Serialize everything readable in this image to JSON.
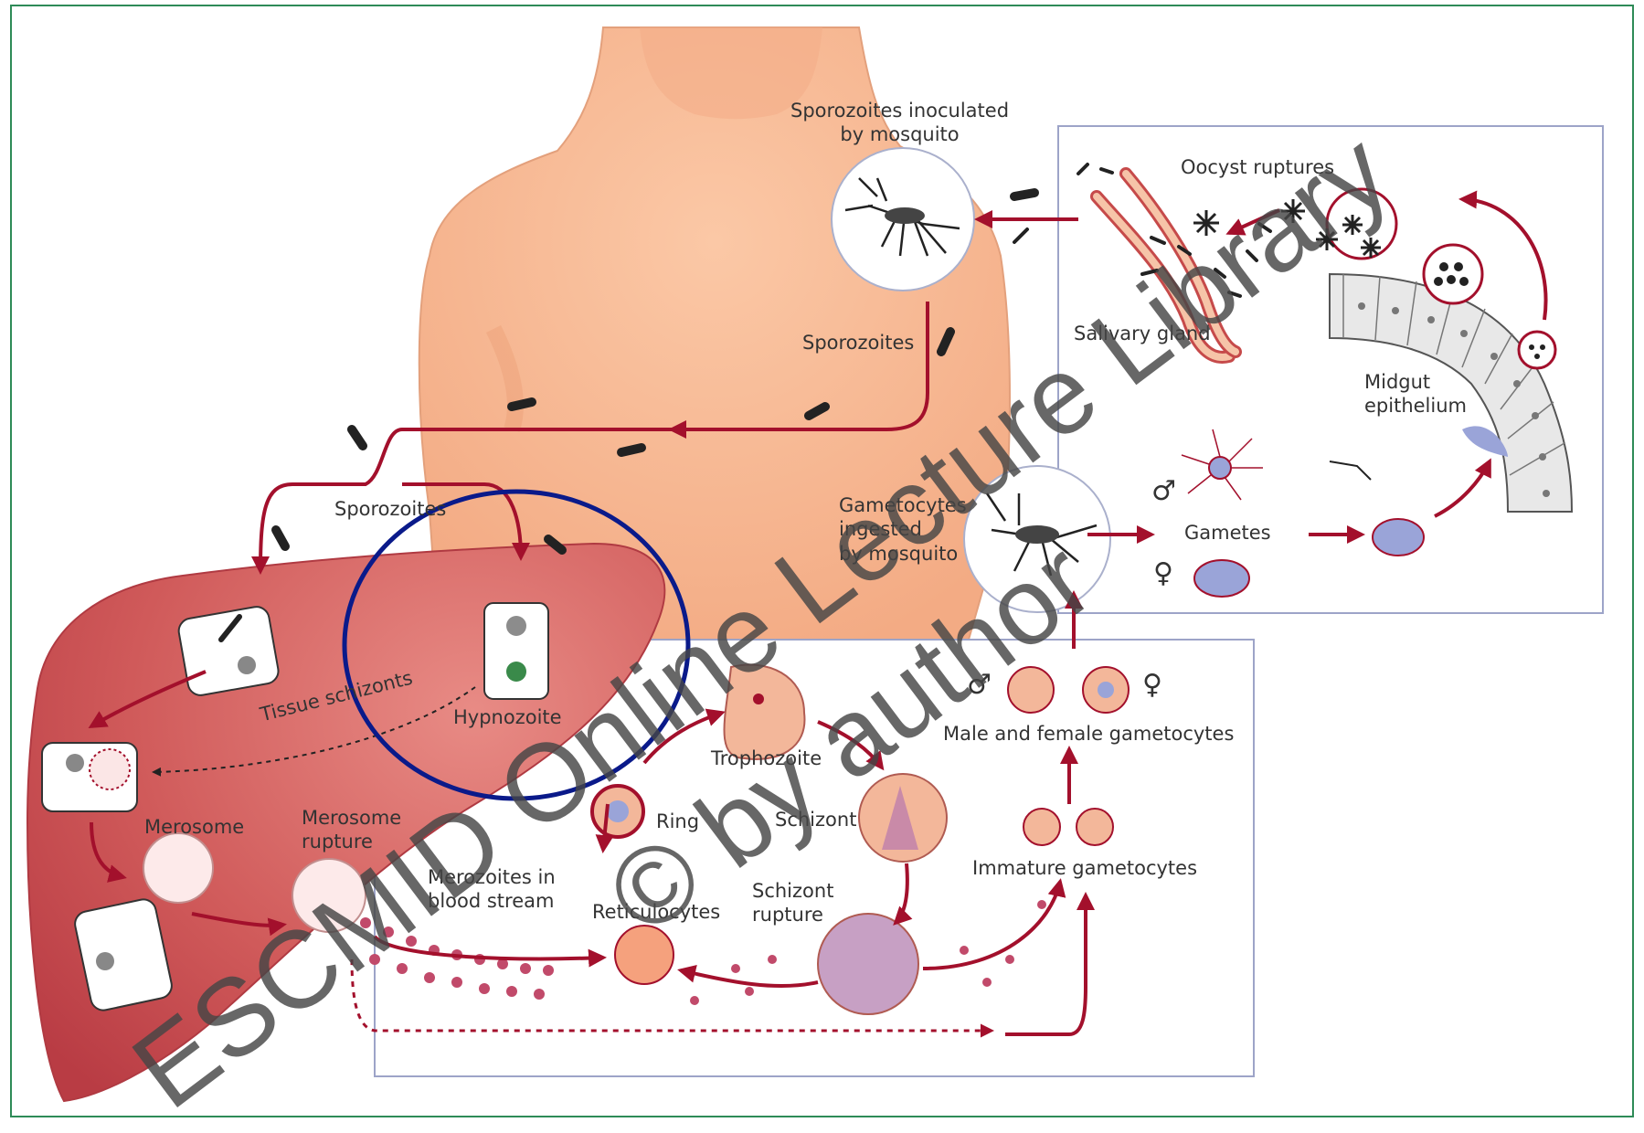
{
  "labels": {
    "sporozoites_inoculated": "Sporozoites inoculated\nby mosquito",
    "oocyst_ruptures": "Oocyst ruptures",
    "salivary_gland": "Salivary gland",
    "sporozoites_top": "Sporozoites",
    "midgut_epithelium": "Midgut\nepithelium",
    "gametocytes_ingested": "Gametocytes\ningested\nby mosquito",
    "gametes": "Gametes",
    "sporozoites_left": "Sporozoites",
    "tissue_schizonts": "Tissue schizonts",
    "hypnozoite": "Hypnozoite",
    "male_female_gametocytes": "Male and female gametocytes",
    "trophozoite": "Trophozoite",
    "ring": "Ring",
    "schizont": "Schizont",
    "merosome": "Merosome",
    "merosome_rupture": "Merosome\nrupture",
    "merozoites_blood": "Merozoites in\nblood stream",
    "reticulocytes": "Reticulocytes",
    "schizont_rupture": "Schizont\nrupture",
    "immature_gametocytes": "Immature gametocytes"
  },
  "symbols": {
    "male": "♂",
    "female": "♀"
  },
  "watermark": {
    "line1": "ESCMID Online Lecture Library",
    "line2": "© by author"
  },
  "colors": {
    "arrow": "#a3102c",
    "skin": "#f6b892",
    "liver": "#cf4b50",
    "parasite_blue": "#9aa4d8",
    "highlight_circle": "#0a1a8a",
    "frame": "#2e8b57"
  }
}
